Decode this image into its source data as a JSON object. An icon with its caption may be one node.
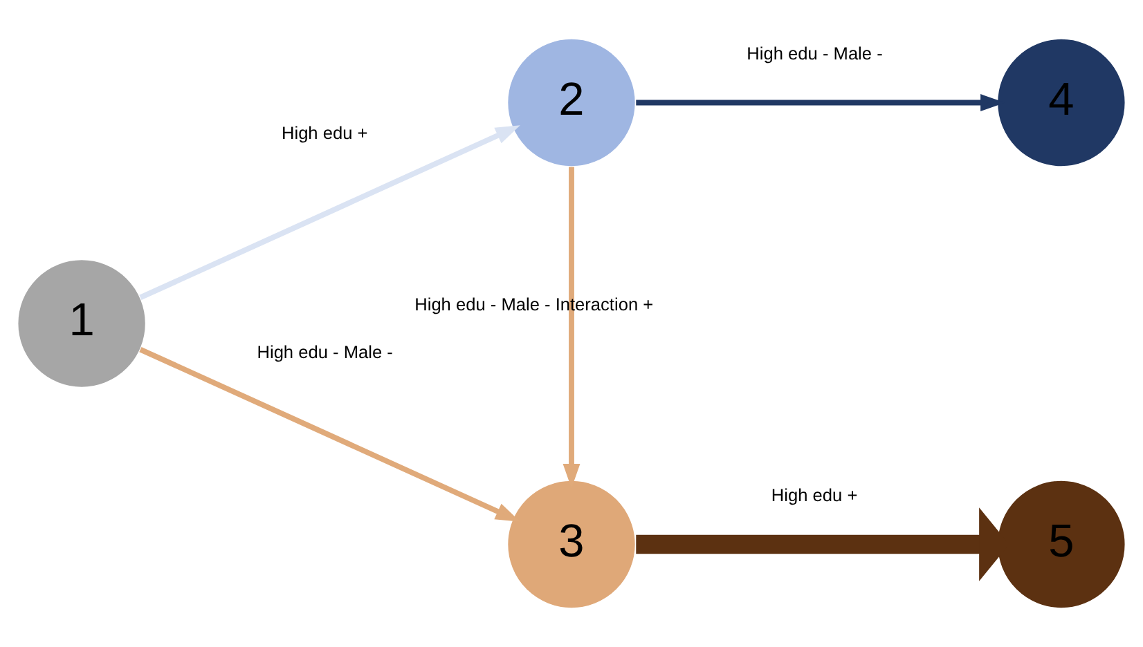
{
  "diagram": {
    "nodes": [
      {
        "text": [
          "1"
        ]
      },
      {
        "text": [
          "2"
        ]
      },
      {
        "text": [
          "3"
        ]
      },
      {
        "text": [
          "4"
        ]
      },
      {
        "text": [
          "5"
        ]
      }
    ],
    "edges": [
      {
        "from": 0,
        "to": 1,
        "arrow": "to",
        "label": "High edu +",
        "color": "#dae3f3"
      },
      {
        "from": 0,
        "to": 2,
        "arrow": "to",
        "label": "High edu - Male -",
        "color": "#e0aa7a"
      },
      {
        "from": 1,
        "to": 3,
        "arrow": "to",
        "label": "High edu - Male -",
        "color": "#203864"
      },
      {
        "from": 1,
        "to": 2,
        "arrow": "to",
        "label": "High edu - Male - Interaction +",
        "color": "#e0aa7a"
      },
      {
        "from": 2,
        "to": 4,
        "arrow": "to",
        "label": "High edu +",
        "style": "thick",
        "color": "#5c3111"
      }
    ]
  }
}
